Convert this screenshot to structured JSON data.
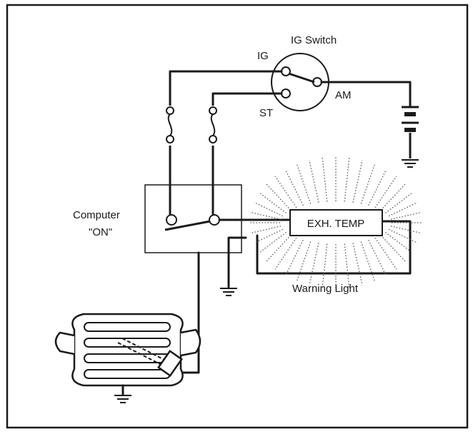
{
  "labels": {
    "ig_switch": "IG Switch",
    "ig": "IG",
    "am": "AM",
    "st": "ST",
    "computer": "Computer",
    "computer_state": "\"ON\"",
    "exh_temp": "EXH. TEMP",
    "warning_light": "Warning Light"
  },
  "colors": {
    "line": "#1a1a1a",
    "background": "#ffffff"
  }
}
